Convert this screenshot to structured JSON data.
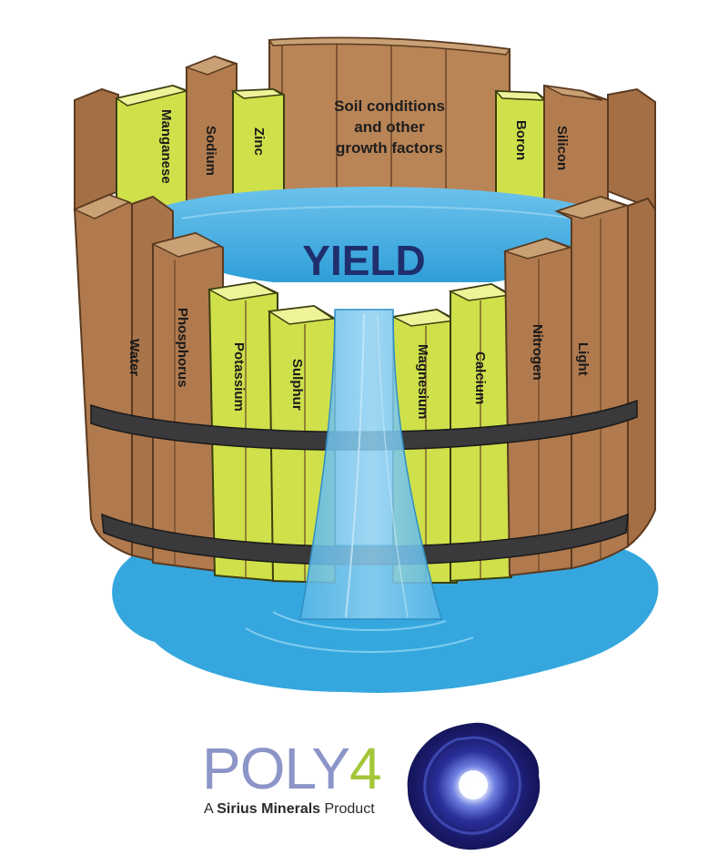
{
  "diagram": {
    "center_label": [
      "Soil conditions",
      "and other",
      "growth factors"
    ],
    "pool_label": "YIELD",
    "staves": {
      "manganese": "Manganese",
      "sodium": "Sodium",
      "zinc": "Zinc",
      "boron": "Boron",
      "silicon": "Silicon",
      "water": "Water",
      "phosphorus": "Phosphorus",
      "potassium": "Potassium",
      "sulphur": "Sulphur",
      "magnesium": "Magnesium",
      "calcium": "Calcium",
      "nitrogen": "Nitrogen",
      "light": "Light"
    }
  },
  "brand": {
    "name_main": "POLY",
    "name_accent": "4",
    "tagline_prefix": "A ",
    "tagline_bold": "Sirius Minerals",
    "tagline_suffix": " Product"
  },
  "colors": {
    "wood": "#b07a4e",
    "wood_light": "#c89a6c",
    "nutrient": "#cfe04a",
    "nutrient_top": "#eef39a",
    "water": "#3aa8dd",
    "water_light": "#7dc8ee",
    "band": "#3a3a3c",
    "brand_main": "#8c95c8",
    "brand_accent": "#a4c639"
  }
}
